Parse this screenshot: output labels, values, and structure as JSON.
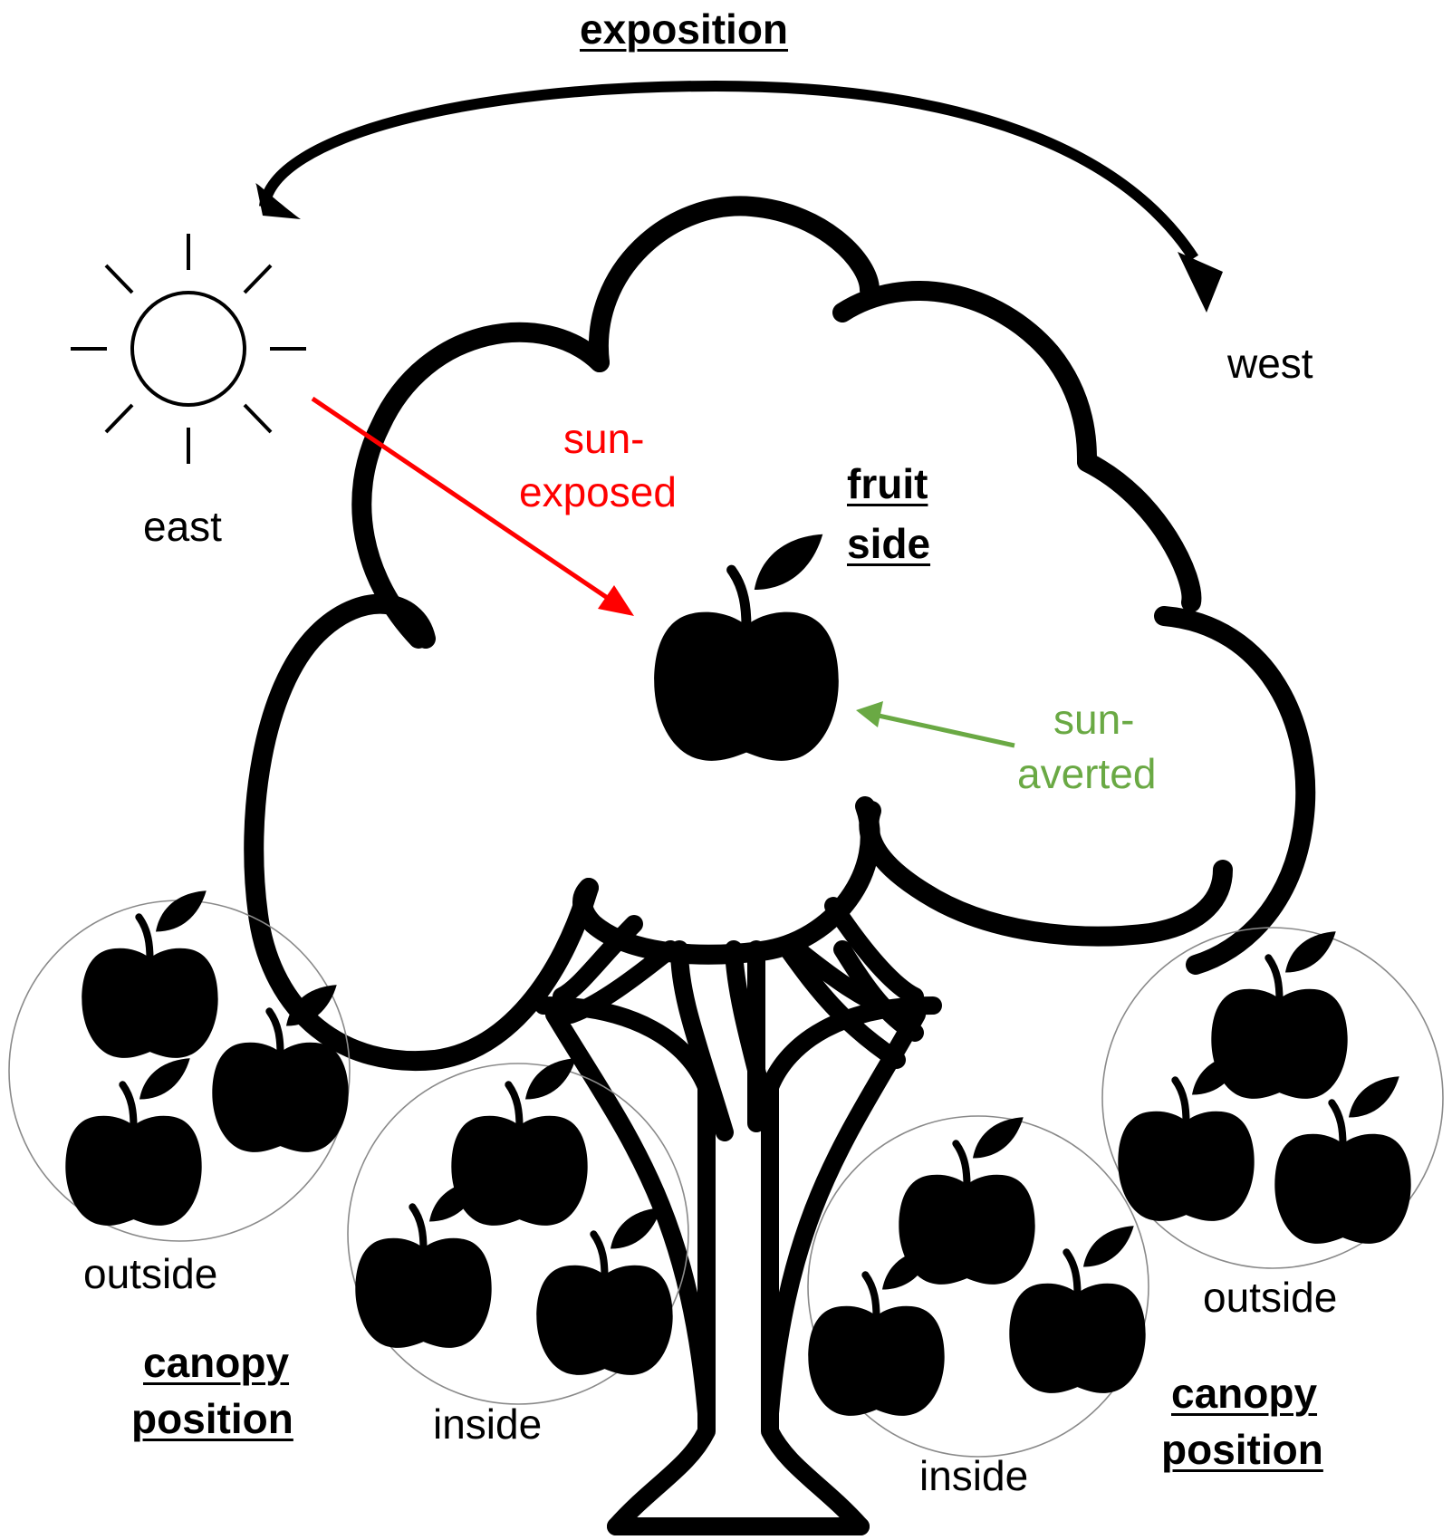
{
  "labels": {
    "exposition": "exposition",
    "east": "east",
    "west": "west",
    "sun_exposed_1": "sun-",
    "sun_exposed_2": "exposed",
    "fruit_side_1": "fruit",
    "fruit_side_2": "side",
    "sun_averted_1": "sun-",
    "sun_averted_2": "averted",
    "outside_left": "outside",
    "inside_left": "inside",
    "inside_right": "inside",
    "outside_right": "outside",
    "canopy_left_1": "canopy",
    "canopy_left_2": "position",
    "canopy_right_1": "canopy",
    "canopy_right_2": "position"
  },
  "colors": {
    "sun_exposed": "#ff0000",
    "sun_averted": "#6aa944",
    "outline": "#000000",
    "group_circle": "#8a8a8a"
  },
  "icons": [
    "sun-icon",
    "tree-icon",
    "apple-icon",
    "curved-arrow-icon"
  ]
}
